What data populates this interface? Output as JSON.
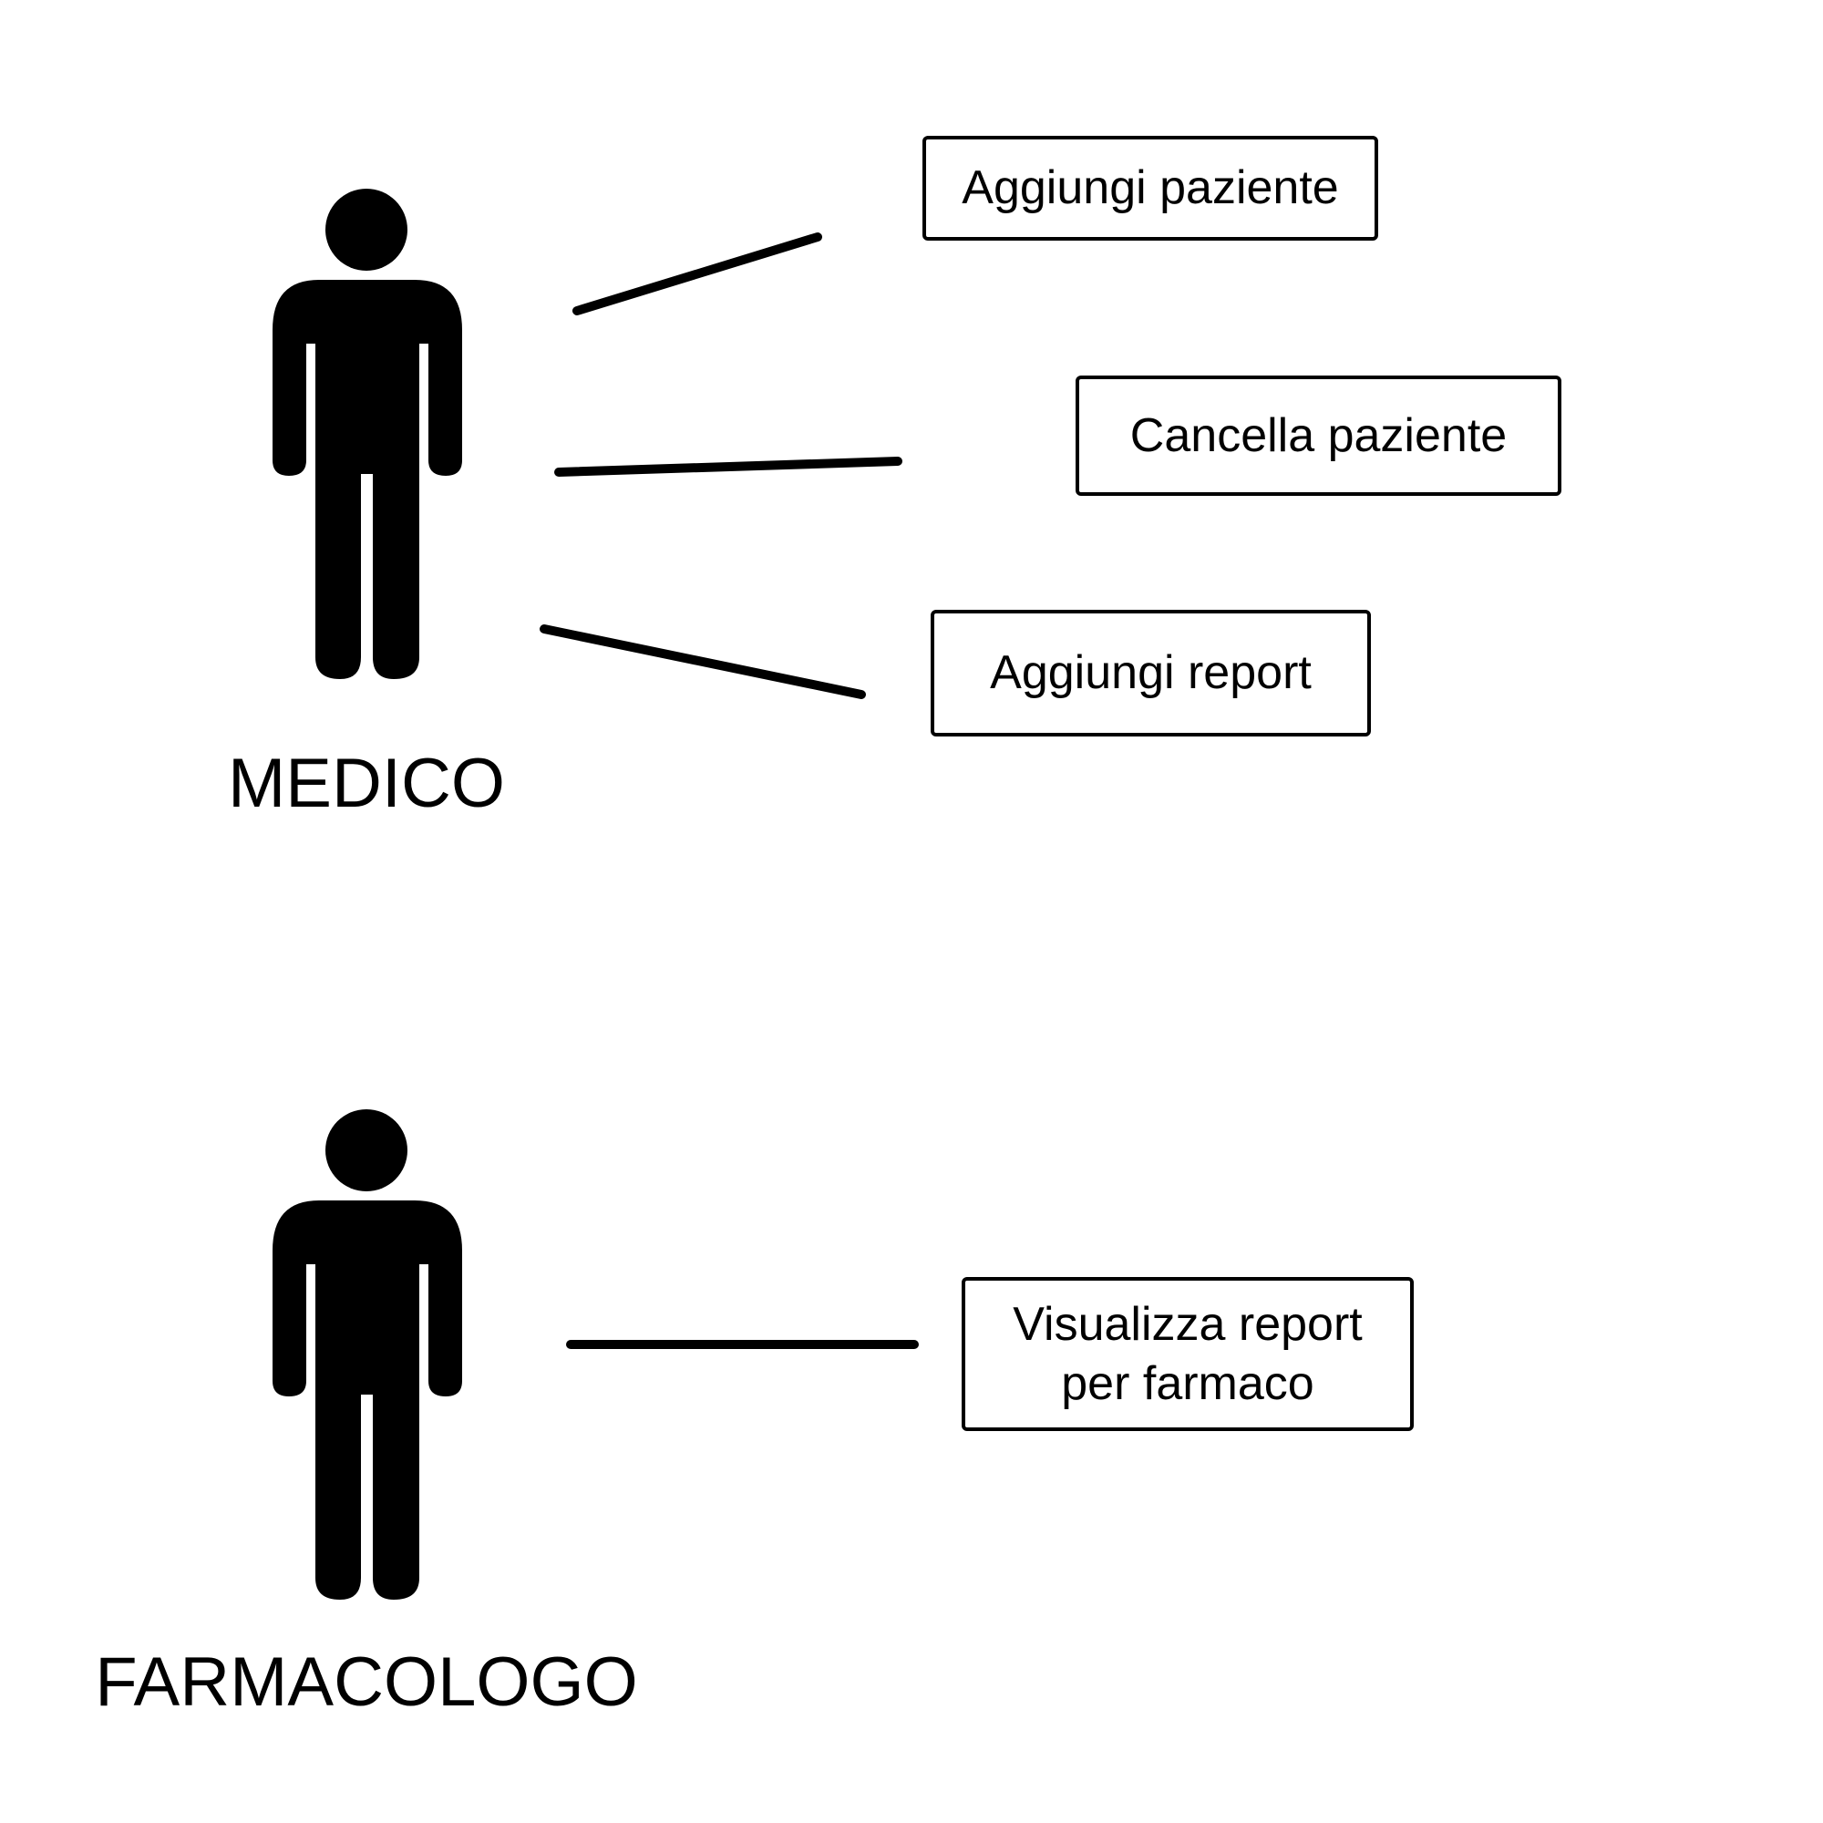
{
  "actors": {
    "medico": {
      "label": "MEDICO",
      "icon": "person-icon"
    },
    "farmacologo": {
      "label": "FARMACOLOGO",
      "icon": "person-icon"
    }
  },
  "use_cases": {
    "aggiungi_paziente": "Aggiungi paziente",
    "cancella_paziente": "Cancella paziente",
    "aggiungi_report": "Aggiungi report",
    "visualizza_report": "Visualizza report\nper farmaco"
  },
  "colors": {
    "stroke": "#000000",
    "background": "#ffffff"
  }
}
